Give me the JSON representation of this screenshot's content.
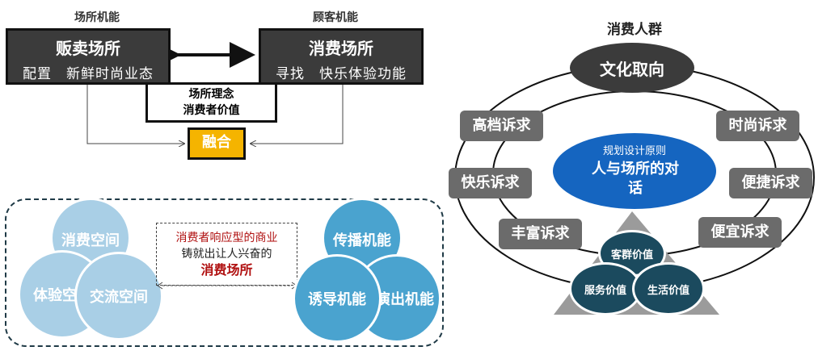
{
  "top_left": {
    "left_header": "场所机能",
    "right_header": "顾客机能",
    "left_box": {
      "title": "贩卖场所",
      "subtitle": "配置　新鲜时尚业态"
    },
    "right_box": {
      "title": "消费场所",
      "subtitle": "寻找　快乐体验功能"
    },
    "middle_box": {
      "line1": "场所理念",
      "line2": "消费者价值"
    },
    "merge_label": "融合"
  },
  "bottom_left": {
    "left_circles": [
      "消费空间",
      "体验空间",
      "交流空间"
    ],
    "right_circles": [
      "传播机能",
      "诱导机能",
      "演出机能"
    ],
    "center_text": {
      "line1": "消费者响应型的商业",
      "line2": "铸就出让人兴奋的",
      "emphasis": "消费场所"
    }
  },
  "right": {
    "header": "消费人群",
    "top_label": "文化取向",
    "center_small": "规划设计原则",
    "center_big": "人与场所的对话",
    "pills": [
      "高档诉求",
      "时尚诉求",
      "快乐诉求",
      "便捷诉求",
      "丰富诉求",
      "便宜诉求"
    ],
    "values": [
      "客群价值",
      "服务价值",
      "生活价值"
    ]
  },
  "colors": {
    "dark_box": "#3b3b3b",
    "merge": "#f5b400",
    "light_circle": "#a9cfe6",
    "blue_circle": "#4aa3cf",
    "center_ellipse": "#1565c0",
    "pill": "#6b6b6b",
    "value_circle": "#1b4a5e",
    "red_text": "#b01010"
  }
}
